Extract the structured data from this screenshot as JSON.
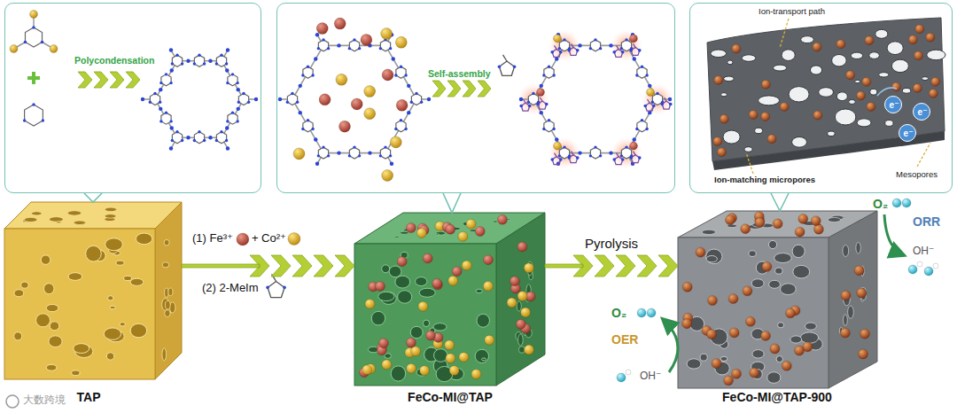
{
  "diagram": {
    "nodes": [
      {
        "text": [
          "Polycondensation"
        ]
      },
      {
        "text": [
          "Self-assembly"
        ]
      },
      {
        "text": [
          "Ion-transport path",
          "Ion-matching micropores",
          "Mesopores",
          "e⁻",
          "e⁻",
          "e⁻"
        ]
      },
      {
        "text": [
          "TAP"
        ]
      },
      {
        "text": [
          "FeCo-MI@TAP"
        ]
      },
      {
        "text": [
          "FeCo-MI@TAP-900"
        ]
      }
    ],
    "edges": [
      {
        "from": 0,
        "to": 3,
        "arrow": "none"
      },
      {
        "from": 1,
        "to": 4,
        "arrow": "none"
      },
      {
        "from": 2,
        "to": 5,
        "arrow": "none"
      },
      {
        "from": 3,
        "to": 4,
        "arrow": "to",
        "label": "(1) Fe³⁺"
      },
      {
        "from": 4,
        "to": 5,
        "arrow": "to",
        "label": "Pyrolysis"
      }
    ],
    "labels": [
      "+ Co²⁺",
      "(2) 2-MeIm",
      "O₂",
      "OER",
      "OH⁻",
      "O₂",
      "ORR",
      "OH⁻",
      "大数跨境"
    ]
  }
}
